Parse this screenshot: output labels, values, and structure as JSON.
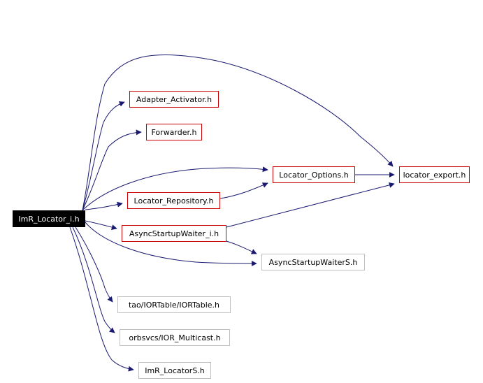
{
  "graph": {
    "edge_color": "#191970",
    "link_border_color": "#cc0000",
    "external_border_color": "#bfbfbf",
    "root_fill_color": "#000000",
    "nodes": [
      {
        "id": "root",
        "label": "ImR_Locator_i.h",
        "kind": "root"
      },
      {
        "id": "adapter",
        "label": "Adapter_Activator.h",
        "kind": "linked"
      },
      {
        "id": "forwarder",
        "label": "Forwarder.h",
        "kind": "linked"
      },
      {
        "id": "options",
        "label": "Locator_Options.h",
        "kind": "linked"
      },
      {
        "id": "export",
        "label": "locator_export.h",
        "kind": "linked"
      },
      {
        "id": "repository",
        "label": "Locator_Repository.h",
        "kind": "linked"
      },
      {
        "id": "async_i",
        "label": "AsyncStartupWaiter_i.h",
        "kind": "linked"
      },
      {
        "id": "async_s",
        "label": "AsyncStartupWaiterS.h",
        "kind": "external"
      },
      {
        "id": "iortable",
        "label": "tao/IORTable/IORTable.h",
        "kind": "external"
      },
      {
        "id": "multicast",
        "label": "orbsvcs/IOR_Multicast.h",
        "kind": "external"
      },
      {
        "id": "locators",
        "label": "ImR_LocatorS.h",
        "kind": "external"
      }
    ],
    "edges": [
      {
        "from": "root",
        "to": "export"
      },
      {
        "from": "root",
        "to": "adapter"
      },
      {
        "from": "root",
        "to": "forwarder"
      },
      {
        "from": "root",
        "to": "options"
      },
      {
        "from": "root",
        "to": "repository"
      },
      {
        "from": "root",
        "to": "async_i"
      },
      {
        "from": "root",
        "to": "async_s"
      },
      {
        "from": "root",
        "to": "iortable"
      },
      {
        "from": "root",
        "to": "multicast"
      },
      {
        "from": "root",
        "to": "locators"
      },
      {
        "from": "options",
        "to": "export"
      },
      {
        "from": "repository",
        "to": "options"
      },
      {
        "from": "async_i",
        "to": "export"
      },
      {
        "from": "async_i",
        "to": "async_s"
      }
    ]
  }
}
